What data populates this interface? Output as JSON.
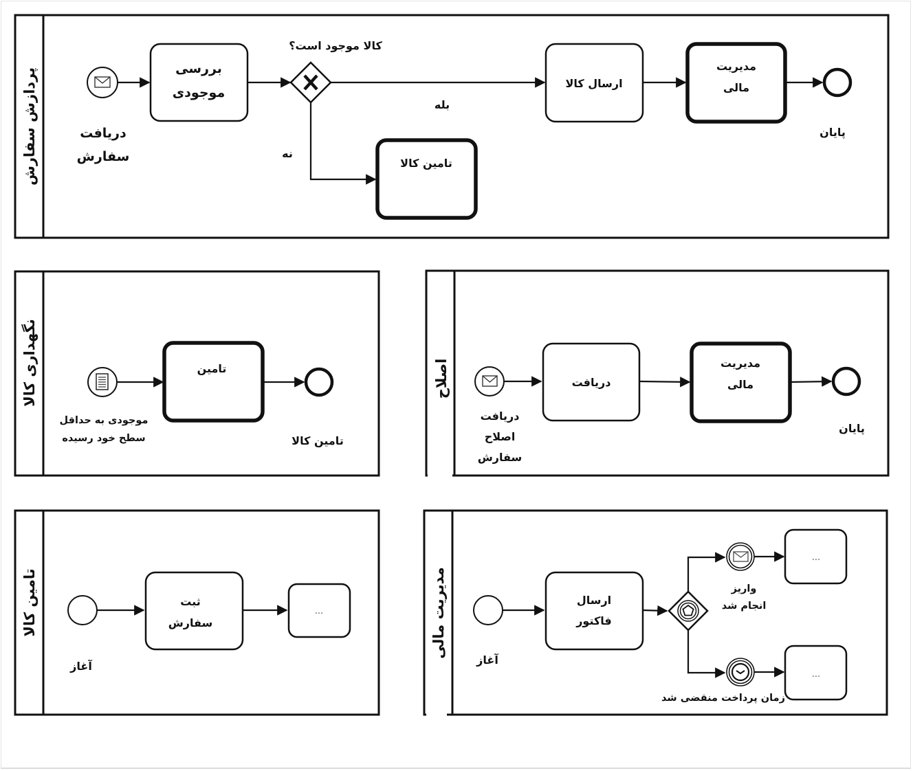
{
  "pools": {
    "order_processing": {
      "title": "پردازش سفارش",
      "start_event": {
        "type": "message",
        "label_lines": [
          "دریافت",
          "سفارش"
        ]
      },
      "task_check": {
        "lines": [
          "بررسی",
          "موجودی"
        ]
      },
      "gateway": {
        "type": "exclusive",
        "question": "کالا موجود است؟"
      },
      "flow_yes_label": "بله",
      "flow_no_label": "نه",
      "task_ship": {
        "lines": [
          "ارسال کالا"
        ]
      },
      "subprocess_finance": {
        "lines": [
          "مدیریت",
          "مالی"
        ]
      },
      "subprocess_supply": {
        "lines": [
          "تامین کالا"
        ]
      },
      "end_event": {
        "label": "پایان"
      }
    },
    "inventory": {
      "title": "نگهداری کالا",
      "start_event": {
        "type": "conditional",
        "label_lines": [
          "موجودی به حداقل",
          "سطح خود رسیده"
        ]
      },
      "subprocess_supply": {
        "lines": [
          "تامین"
        ]
      },
      "end_event": {
        "label": "تامین کالا"
      }
    },
    "correction": {
      "title": "اصلاح",
      "start_event": {
        "type": "message",
        "label_lines": [
          "دریافت",
          "اصلاح",
          "سفارش"
        ]
      },
      "task_receive": {
        "lines": [
          "دریافت"
        ]
      },
      "subprocess_finance": {
        "lines": [
          "مدیریت",
          "مالی"
        ]
      },
      "end_event": {
        "label": "پایان"
      }
    },
    "supply": {
      "title": "تامین کالا",
      "start_event": {
        "type": "none",
        "label": "آغاز"
      },
      "task_register": {
        "lines": [
          "ثبت",
          "سفارش"
        ]
      },
      "task_next": {
        "lines": [
          "..."
        ]
      }
    },
    "finance": {
      "title": "مدیریت مالی",
      "start_event": {
        "type": "none",
        "label": "آغاز"
      },
      "task_invoice": {
        "lines": [
          "ارسال",
          "فاکتور"
        ]
      },
      "gateway": {
        "type": "event-based"
      },
      "event_payment": {
        "type": "message-catch",
        "label_lines": [
          "واریز",
          "انجام شد"
        ]
      },
      "event_timeout": {
        "type": "timer",
        "label_lines": [
          "زمان پرداخت منقضی شد"
        ]
      },
      "task_after_payment": {
        "lines": [
          "..."
        ]
      },
      "task_after_timeout": {
        "lines": [
          "..."
        ]
      }
    }
  }
}
